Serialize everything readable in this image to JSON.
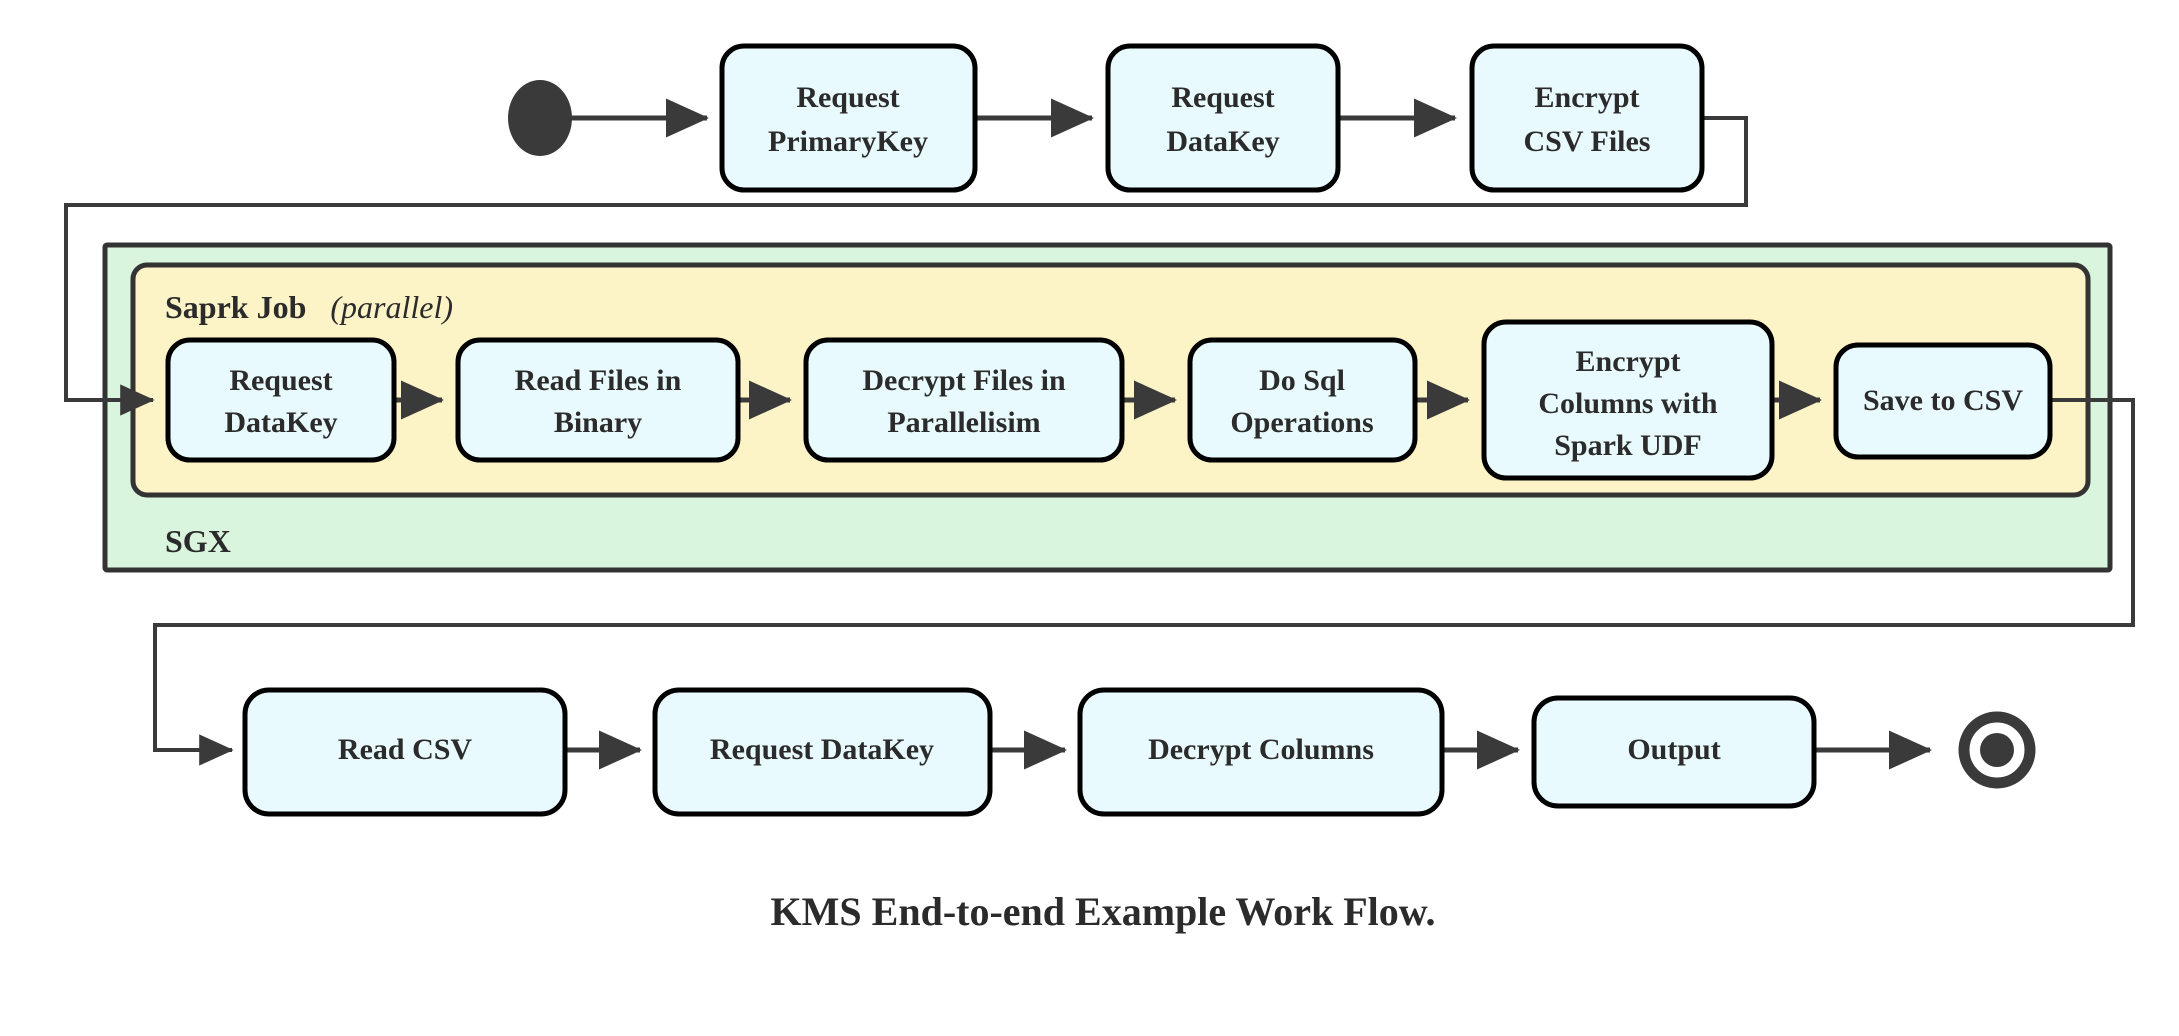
{
  "diagram": {
    "caption": "KMS End-to-end Example Work Flow.",
    "colors": {
      "node_fill": "#e8fafd",
      "node_stroke": "#000000",
      "sgx_container_fill": "#daf5dd",
      "spark_container_fill": "#fcf4c6",
      "edge": "#3a3a3a",
      "text": "#2b2b2b",
      "background": "#ffffff"
    },
    "containers": [
      {
        "id": "sgx",
        "label": "SGX",
        "label_position": "bottom-left",
        "fill": "#daf5dd"
      },
      {
        "id": "spark-job",
        "label": "Saprk Job",
        "label_suffix": "(parallel)",
        "label_position": "top-left",
        "fill": "#fcf4c6"
      }
    ],
    "rows": {
      "top": {
        "start_node": "start-dot",
        "nodes": [
          {
            "id": "request-primarykey",
            "lines": [
              "Request",
              "PrimaryKey"
            ]
          },
          {
            "id": "request-datakey-top",
            "lines": [
              "Request",
              "DataKey"
            ]
          },
          {
            "id": "encrypt-csv-files",
            "lines": [
              "Encrypt",
              "CSV Files"
            ]
          }
        ]
      },
      "middle": {
        "nodes": [
          {
            "id": "request-datakey-spark",
            "lines": [
              "Request",
              "DataKey"
            ]
          },
          {
            "id": "read-files-in-binary",
            "lines": [
              "Read Files in",
              "Binary"
            ]
          },
          {
            "id": "decrypt-files-in-parallelisim",
            "lines": [
              "Decrypt Files in",
              "Parallelisim"
            ]
          },
          {
            "id": "do-sql-operations",
            "lines": [
              "Do Sql",
              "Operations"
            ]
          },
          {
            "id": "encrypt-columns-with-spark-udf",
            "lines": [
              "Encrypt",
              "Columns with",
              "Spark UDF"
            ]
          },
          {
            "id": "save-to-csv",
            "lines": [
              "Save to CSV"
            ]
          }
        ]
      },
      "bottom": {
        "nodes": [
          {
            "id": "read-csv",
            "lines": [
              "Read CSV"
            ]
          },
          {
            "id": "request-datakey-bottom",
            "lines": [
              "Request DataKey"
            ]
          },
          {
            "id": "decrypt-columns",
            "lines": [
              "Decrypt Columns"
            ]
          },
          {
            "id": "output",
            "lines": [
              "Output"
            ]
          }
        ],
        "end_node": "end-circle"
      }
    }
  }
}
